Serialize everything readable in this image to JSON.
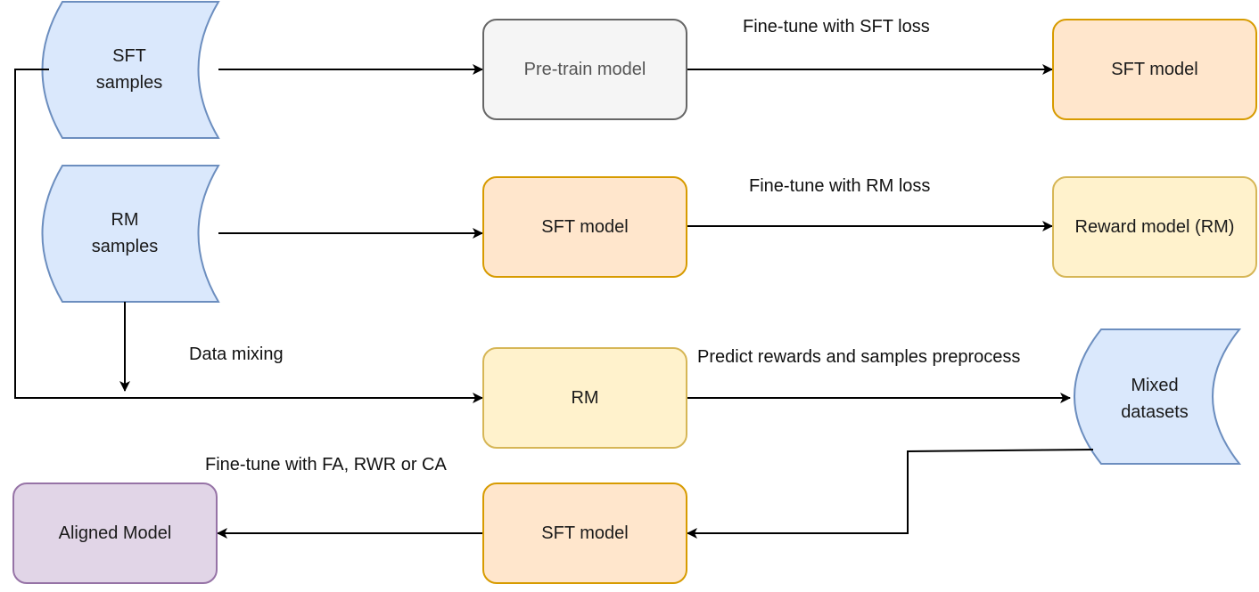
{
  "colors": {
    "data_fill": "#dae8fc",
    "data_stroke": "#6c8ebf",
    "gray_fill": "#f5f5f5",
    "gray_stroke": "#666666",
    "orange_fill": "#ffe6cc",
    "orange_stroke": "#d79b00",
    "yellow_fill": "#fff2cc",
    "yellow_stroke": "#d6b656",
    "purple_fill": "#e1d5e7",
    "purple_stroke": "#9673a6",
    "arrow": "#000000"
  },
  "data_stores": {
    "sft_samples": {
      "line1": "SFT",
      "line2": "samples"
    },
    "rm_samples": {
      "line1": "RM",
      "line2": "samples"
    },
    "mixed_datasets": {
      "line1": "Mixed",
      "line2": "datasets"
    }
  },
  "boxes": {
    "pretrain_model": "Pre-train model",
    "sft_model_top": "SFT model",
    "sft_model_mid": "SFT model",
    "reward_model": "Reward model (RM)",
    "rm": "RM",
    "sft_model_bottom": "SFT model",
    "aligned_model": "Aligned Model"
  },
  "edge_labels": {
    "sft_loss": "Fine-tune with SFT loss",
    "rm_loss": "Fine-tune with RM loss",
    "data_mixing": "Data mixing",
    "predict_rewards": "Predict rewards and samples preprocess",
    "fine_tune_fa": "Fine-tune with FA, RWR or CA"
  }
}
